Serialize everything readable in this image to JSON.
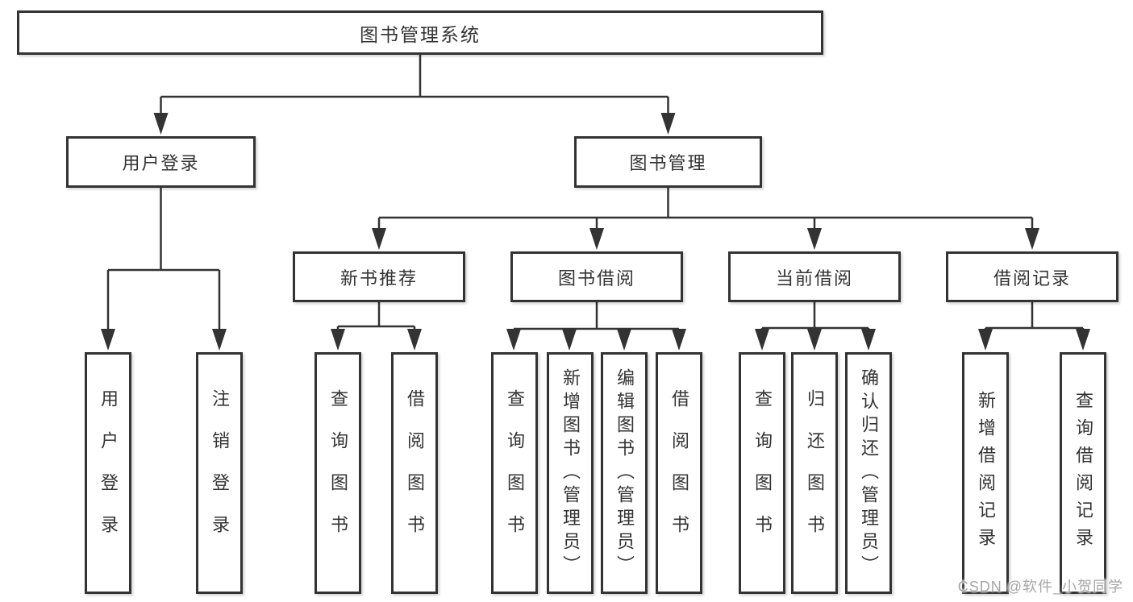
{
  "diagram": {
    "root": {
      "label": "图书管理系统"
    },
    "level2": [
      {
        "label": "用户登录"
      },
      {
        "label": "图书管理"
      }
    ],
    "level3": [
      {
        "label": "新书推荐"
      },
      {
        "label": "图书借阅"
      },
      {
        "label": "当前借阅"
      },
      {
        "label": "借阅记录"
      }
    ],
    "leaves": {
      "user_login": [
        "用户登录",
        "注销登录"
      ],
      "new_books": [
        "查询图书",
        "借阅图书"
      ],
      "book_borrow": [
        "查询图书",
        "新增图书（管理员）",
        "编辑图书（管理员）",
        "借阅图书"
      ],
      "current_borrow": [
        "查询图书",
        "归还图书",
        "确认归还（管理员）"
      ],
      "borrow_records": [
        "新增借阅记录",
        "查询借阅记录"
      ]
    }
  },
  "watermark": "CSDN @软件_小贺同学",
  "colors": {
    "line": "#333333",
    "text": "#333333",
    "background": "#ffffff",
    "watermark": "#a6a6a6"
  }
}
